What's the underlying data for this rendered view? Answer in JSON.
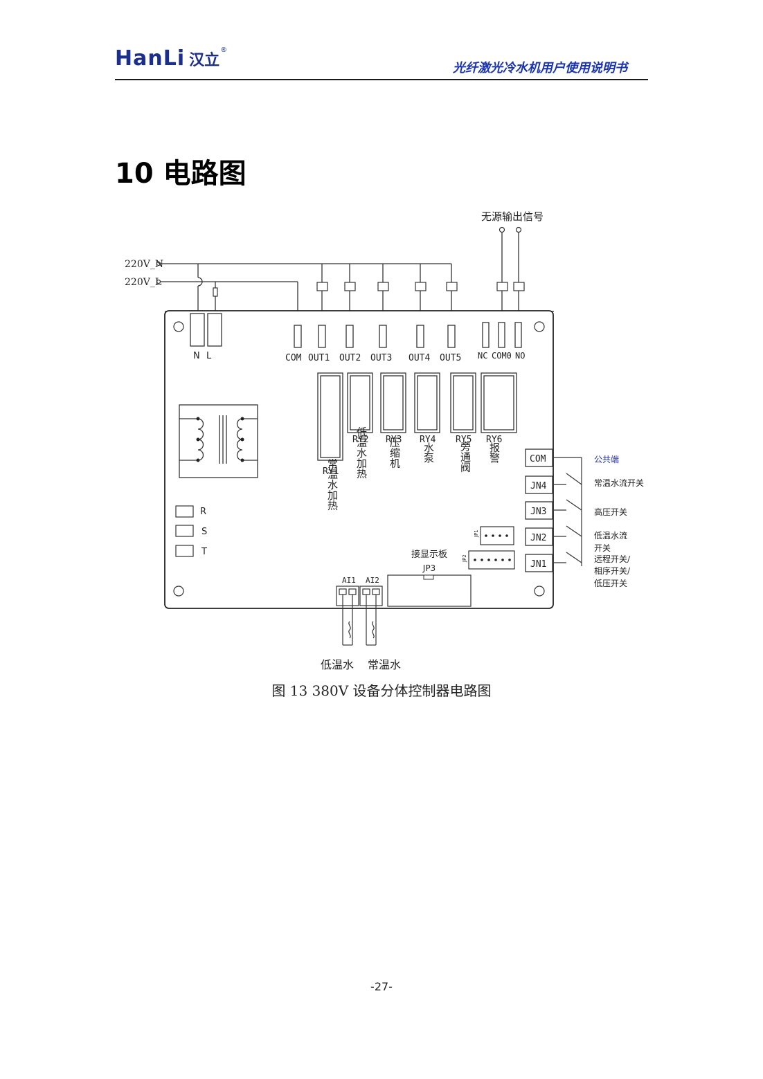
{
  "header": {
    "logo_en": "HanLi",
    "logo_cn": "汉立",
    "logo_reg": "®",
    "doc_title": "光纤激光冷水机用户使用说明书"
  },
  "section": {
    "title": "10 电路图"
  },
  "diagram": {
    "supply_n": "220V_N",
    "supply_l": "220V_L",
    "passive_output": "无源输出信号",
    "power_terminals": [
      "N",
      "L"
    ],
    "out_terminals": [
      "COM",
      "OUT1",
      "OUT2",
      "OUT3",
      "OUT4",
      "OUT5"
    ],
    "signal_terminals": [
      "NC",
      "COM0",
      "NO"
    ],
    "relays": [
      "RY1",
      "RY2",
      "RY3",
      "RY4",
      "RY5",
      "RY6"
    ],
    "relay_functions": [
      "常温水加热",
      "低温水加热",
      "压缩机",
      "水泵",
      "旁通阀",
      "报警"
    ],
    "phase_labels": [
      "R",
      "S",
      "T"
    ],
    "jn_terminals": [
      "COM",
      "JN4",
      "JN3",
      "JN2",
      "JN1"
    ],
    "jn_functions": {
      "com": "公共端",
      "jn4": "常温水流开关",
      "jn3": "高压开关",
      "jn2_line1": "低温水流",
      "jn2_line2": "开关",
      "jn1_line1": "远程开关/",
      "jn1_line2": "相序开关/",
      "jn1_line3": "低压开关"
    },
    "display_board": "接显示板",
    "jp3": "JP3",
    "jp1": "JP1",
    "jp2": "JP2",
    "ai_terminals": [
      "AI1",
      "AI2"
    ],
    "sensors": [
      "低温水",
      "常温水"
    ]
  },
  "caption": "图 13  380V 设备分体控制器电路图",
  "page_number": "-27-",
  "colors": {
    "brand": "#1b2f8a",
    "title_accent": "#1a34b0",
    "jn_label": "#1e2fa8"
  }
}
